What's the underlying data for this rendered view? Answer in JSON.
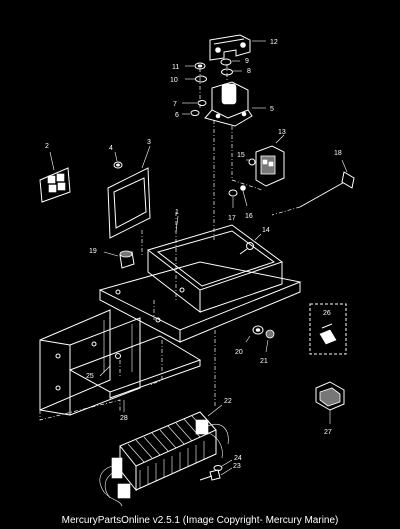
{
  "caption": "MercuryPartsOnline v2.5.1 (Image Copyright- Mercury Marine)",
  "callouts": {
    "c1": "1",
    "c2": "2",
    "c3": "3",
    "c4": "4",
    "c5": "5",
    "c6": "6",
    "c7": "7",
    "c8": "8",
    "c9": "9",
    "c10": "10",
    "c11": "11",
    "c12": "12",
    "c13": "13",
    "c14": "14",
    "c15": "15",
    "c16": "16",
    "c17": "17",
    "c18": "18",
    "c19": "19",
    "c20": "20",
    "c21": "21",
    "c22": "22",
    "c23": "23",
    "c24": "24",
    "c25": "25",
    "c26": "26",
    "c27": "27",
    "c28": "28"
  }
}
